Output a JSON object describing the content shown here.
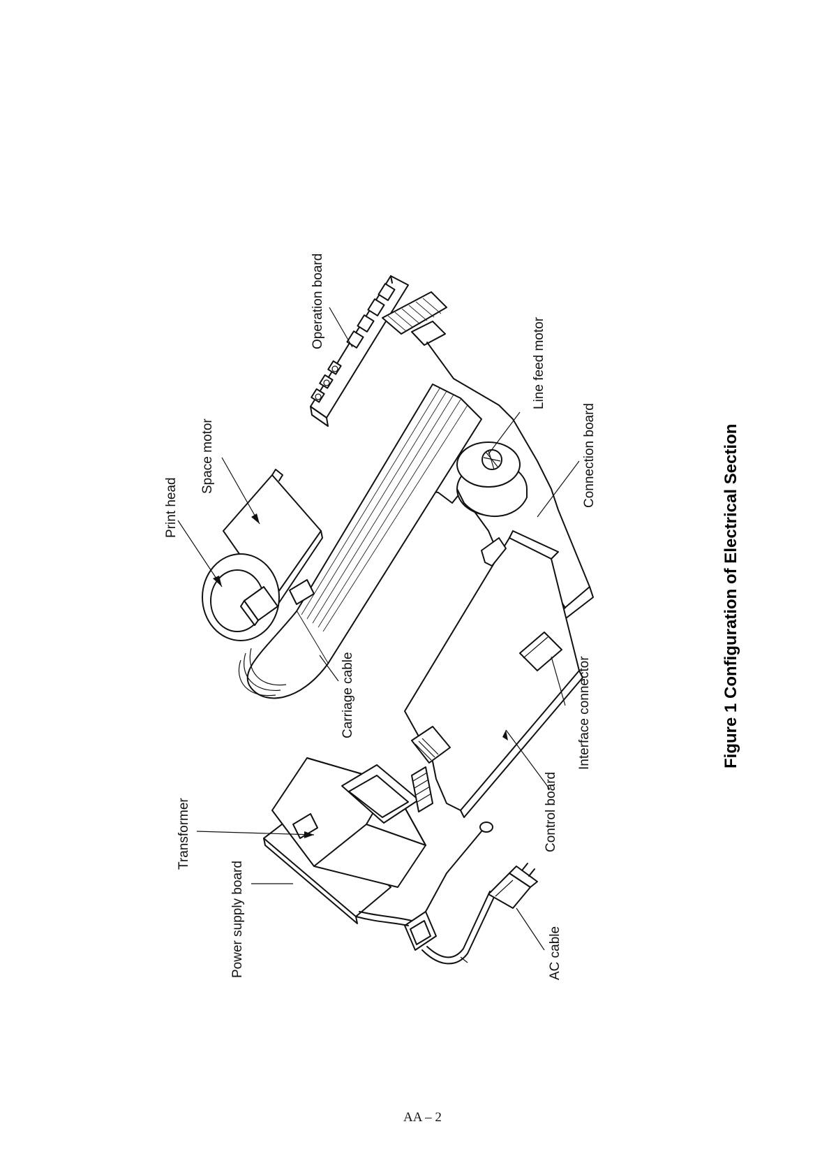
{
  "figure": {
    "caption": "Figure 1 Configuration of Electrical Section",
    "labels": {
      "operation_board": "Operation board",
      "line_feed_motor": "Line feed motor",
      "connection_board": "Connection board",
      "print_head": "Print head",
      "space_motor": "Space motor",
      "carriage_cable": "Carriage cable",
      "interface_connector": "Interface connector",
      "transformer": "Transformer",
      "control_board": "Control board",
      "power_supply_board": "Power supply board",
      "ac_cable": "AC cable"
    }
  },
  "page": {
    "number": "AA – 2"
  }
}
